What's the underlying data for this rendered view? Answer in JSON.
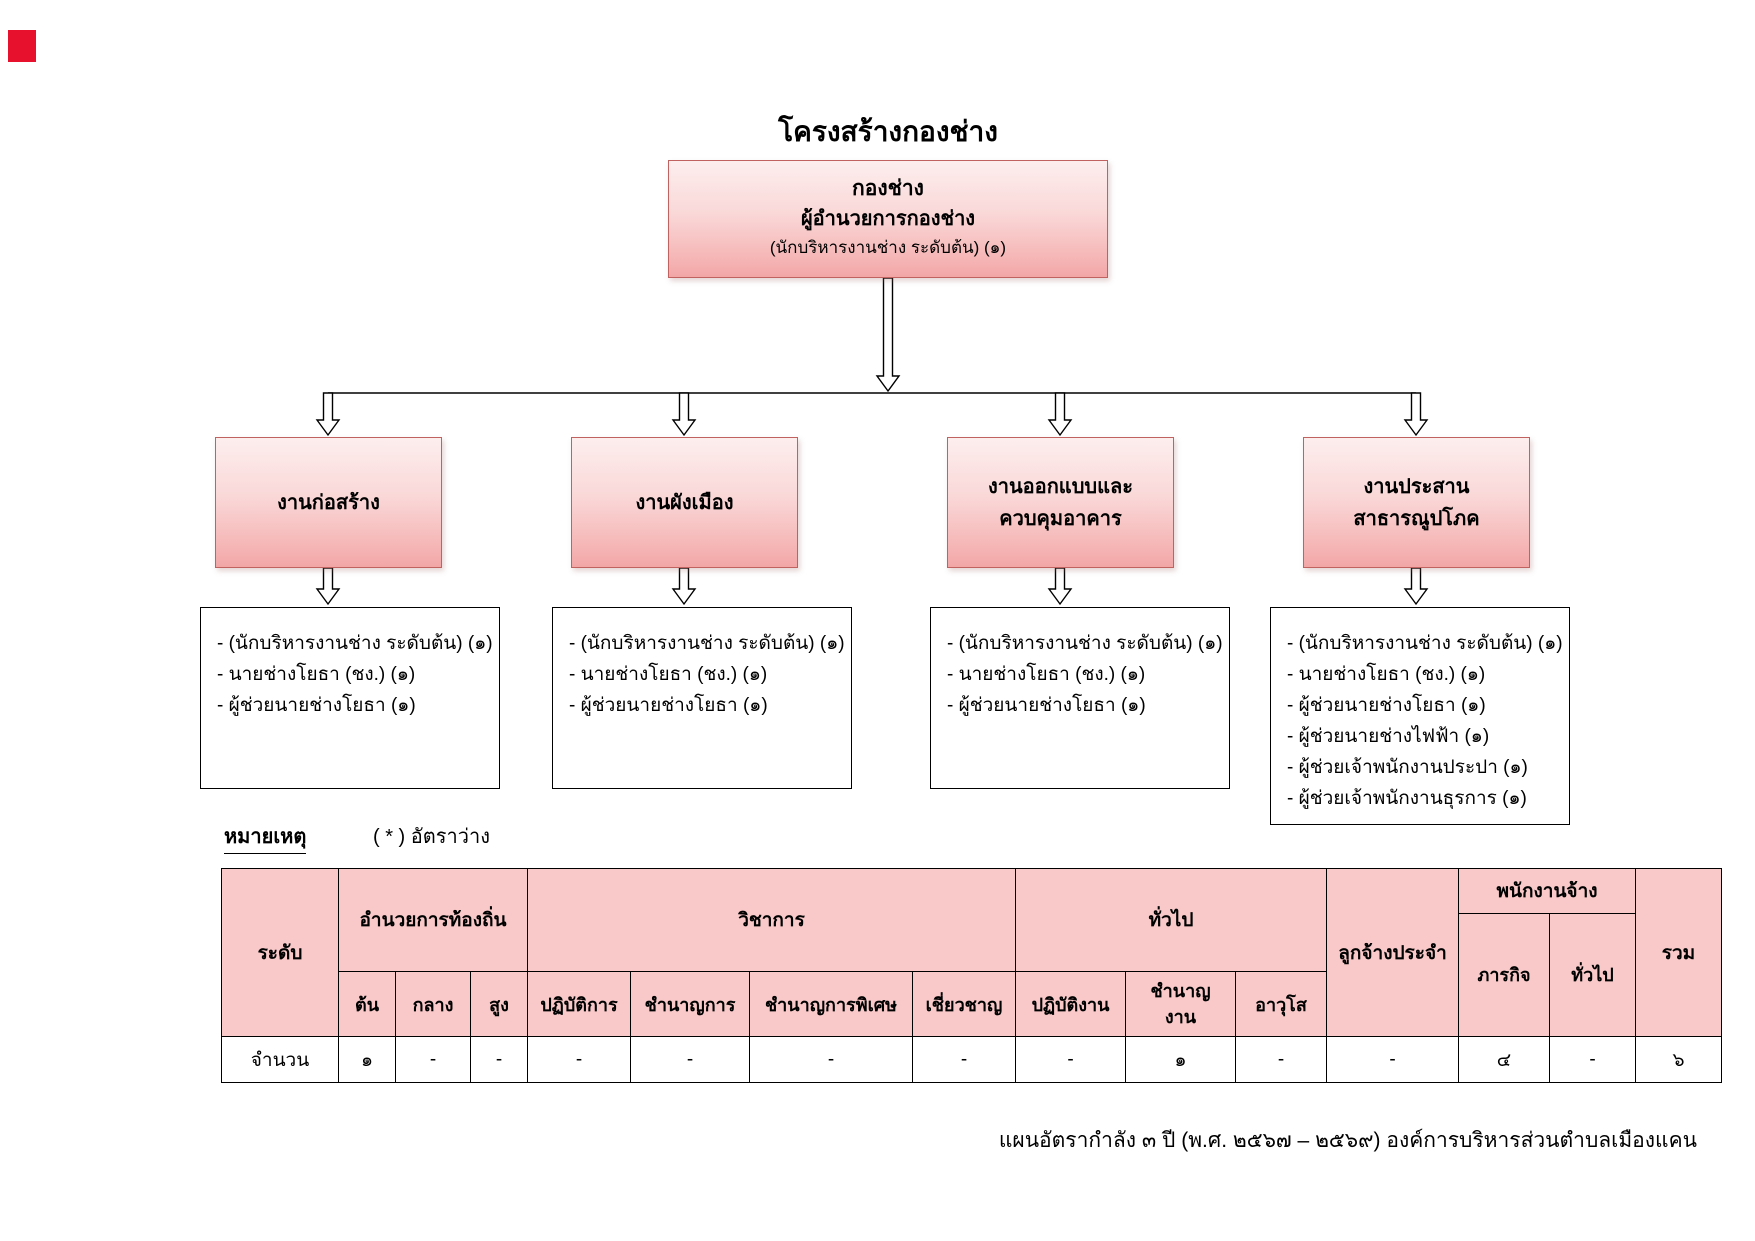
{
  "page": {
    "title": "โครงสร้างกองช่าง",
    "footer": "แผนอัตรากำลัง ๓ ปี (พ.ศ. ๒๕๖๗ – ๒๕๖๙)  องค์การบริหารส่วนตำบลเมืองแคน"
  },
  "colors": {
    "marker_red": "#e8112d",
    "box_border": "#c0625f",
    "box_fill_light": "#fdeeee",
    "box_fill_dark": "#f2a6a6",
    "table_header_pink": "#f9c9c9"
  },
  "org": {
    "root": {
      "division": "กองช่าง",
      "director": "ผู้อำนวยการกองช่าง",
      "position": "(นักบริหารงานช่าง ระดับต้น) (๑)"
    },
    "departments": [
      {
        "label": "งานก่อสร้าง",
        "staff": [
          "- (นักบริหารงานช่าง ระดับต้น) (๑)",
          "- นายช่างโยธา (ชง.) (๑)",
          "- ผู้ช่วยนายช่างโยธา (๑)"
        ]
      },
      {
        "label": "งานผังเมือง",
        "staff": [
          "- (นักบริหารงานช่าง ระดับต้น) (๑)",
          "- นายช่างโยธา (ชง.) (๑)",
          "- ผู้ช่วยนายช่างโยธา (๑)"
        ]
      },
      {
        "label": "งานออกแบบและ\nควบคุมอาคาร",
        "staff": [
          "- (นักบริหารงานช่าง ระดับต้น) (๑)",
          "- นายช่างโยธา (ชง.) (๑)",
          "- ผู้ช่วยนายช่างโยธา (๑)"
        ]
      },
      {
        "label": "งานประสาน\nสาธารณูปโภค",
        "staff": [
          "- (นักบริหารงานช่าง ระดับต้น) (๑)",
          "- นายช่างโยธา (ชง.) (๑)",
          "- ผู้ช่วยนายช่างโยธา (๑)",
          "- ผู้ช่วยนายช่างไฟฟ้า (๑)",
          "- ผู้ช่วยเจ้าพนักงานประปา  (๑)",
          "- ผู้ช่วยเจ้าพนักงานธุรการ  (๑)"
        ]
      }
    ]
  },
  "note": {
    "label": "หมายเหตุ",
    "text": "( * )  อัตราว่าง"
  },
  "table": {
    "level_header": "ระดับ",
    "groups": [
      "อำนวยการท้องถิ่น",
      "วิชาการ",
      "ทั่วไป",
      "ลูกจ้างประจำ",
      "พนักงานจ้าง",
      "รวม"
    ],
    "sub_headers": [
      "ต้น",
      "กลาง",
      "สูง",
      "ปฏิบัติการ",
      "ชำนาญการ",
      "ชำนาญการพิเศษ",
      "เชี่ยวชาญ",
      "ปฏิบัติงาน",
      "ชำนาญ\nงาน",
      "อาวุโส",
      "ภารกิจ",
      "ทั่วไป"
    ],
    "row_label": "จำนวน",
    "values": [
      "๑",
      "-",
      "-",
      "-",
      "-",
      "-",
      "-",
      "-",
      "๑",
      "-",
      "-",
      "๔",
      "-",
      "๖"
    ]
  }
}
